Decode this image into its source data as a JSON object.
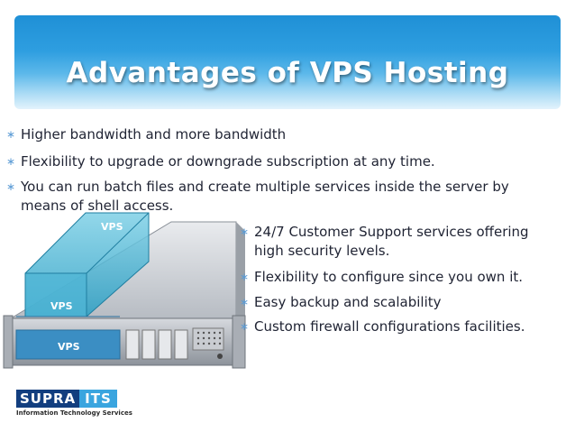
{
  "slide": {
    "title": "Advantages of VPS Hosting",
    "bullets": [
      "Higher bandwidth and more bandwidth",
      "Flexibility to upgrade or downgrade subscription at any time.",
      "You can run batch files and create multiple services inside the server by means of shell access.",
      "24/7 Customer Support services offering high security levels.",
      "Flexibility to configure since you own it.",
      "Easy backup and scalability",
      "Custom firewall configurations facilities."
    ],
    "bullet_symbol": "∗"
  },
  "illustration": {
    "labels": [
      "VPS",
      "VPS",
      "VPS"
    ]
  },
  "logo": {
    "supra": "SUPRA",
    "its": "ITS",
    "tagline": "Information Technology Services"
  },
  "colors": {
    "banner_top": "#1f90d6",
    "banner_bottom": "#e3f3fc",
    "bullet_star": "#5b9bd5",
    "logo_dark": "#123e7f",
    "logo_light": "#3aa5df"
  }
}
